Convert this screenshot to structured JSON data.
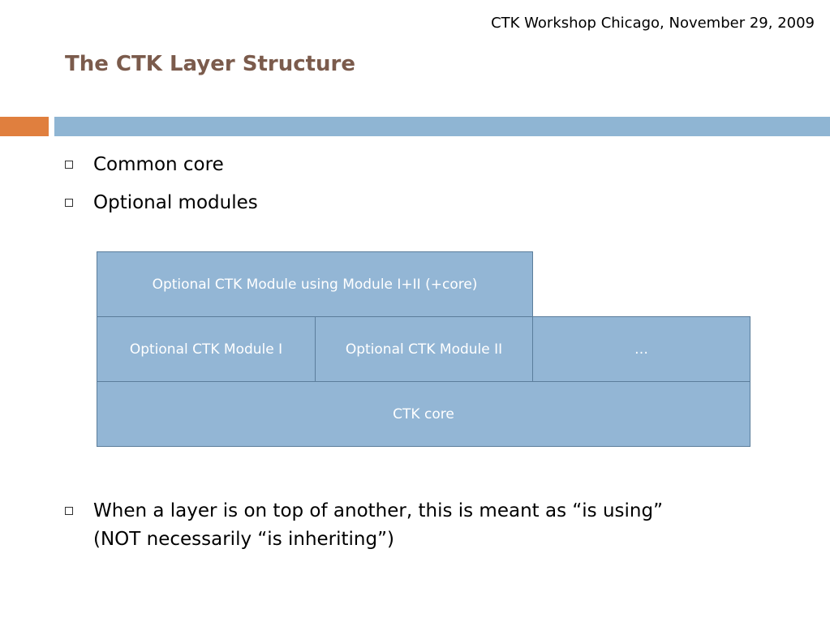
{
  "slide": {
    "header_note": "CTK Workshop Chicago, November 29, 2009",
    "title": "The CTK Layer Structure"
  },
  "bullets": [
    {
      "lines": [
        "Common core"
      ]
    },
    {
      "lines": [
        "Optional modules"
      ]
    },
    {
      "lines": [
        "When a layer is on top of another, this is meant as “is using”",
        "(NOT necessarily “is inheriting”)"
      ]
    }
  ],
  "diagram": {
    "top_layer": "Optional CTK Module using Module I+II (+core)",
    "module_1": "Optional CTK Module I",
    "module_2": "Optional CTK Module II",
    "more": "…",
    "core": "CTK core"
  },
  "colors": {
    "title": "#7b5b4c",
    "accent_orange": "#e07f3e",
    "accent_blue": "#8fb5d3",
    "layer_fill": "#93b6d5",
    "layer_border": "#5b7d9b"
  }
}
